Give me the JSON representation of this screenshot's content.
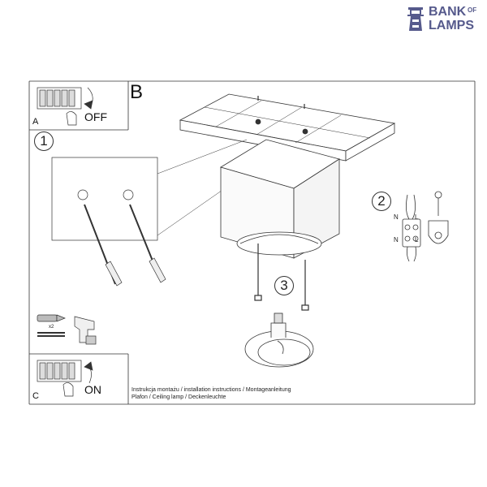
{
  "brand": {
    "line1": "BANK",
    "of": "OF",
    "line2": "LAMPS",
    "color": "#565a8c"
  },
  "panels": {
    "a": {
      "letter": "A",
      "state": "OFF"
    },
    "b": {
      "letter": "B"
    },
    "c": {
      "letter": "C",
      "state": "ON"
    }
  },
  "steps": {
    "one": "1",
    "two": "2",
    "three": "3"
  },
  "wiring": {
    "n_top": "N",
    "l_top": "L",
    "n_bottom": "N",
    "l_bottom": "L"
  },
  "tools": {
    "quantity": "x2"
  },
  "captions": {
    "line1": "Instrukcja montażu / installation instructions / Montageanleitung",
    "line2": "Plafon / Ceiling lamp / Deckenleuchte"
  }
}
